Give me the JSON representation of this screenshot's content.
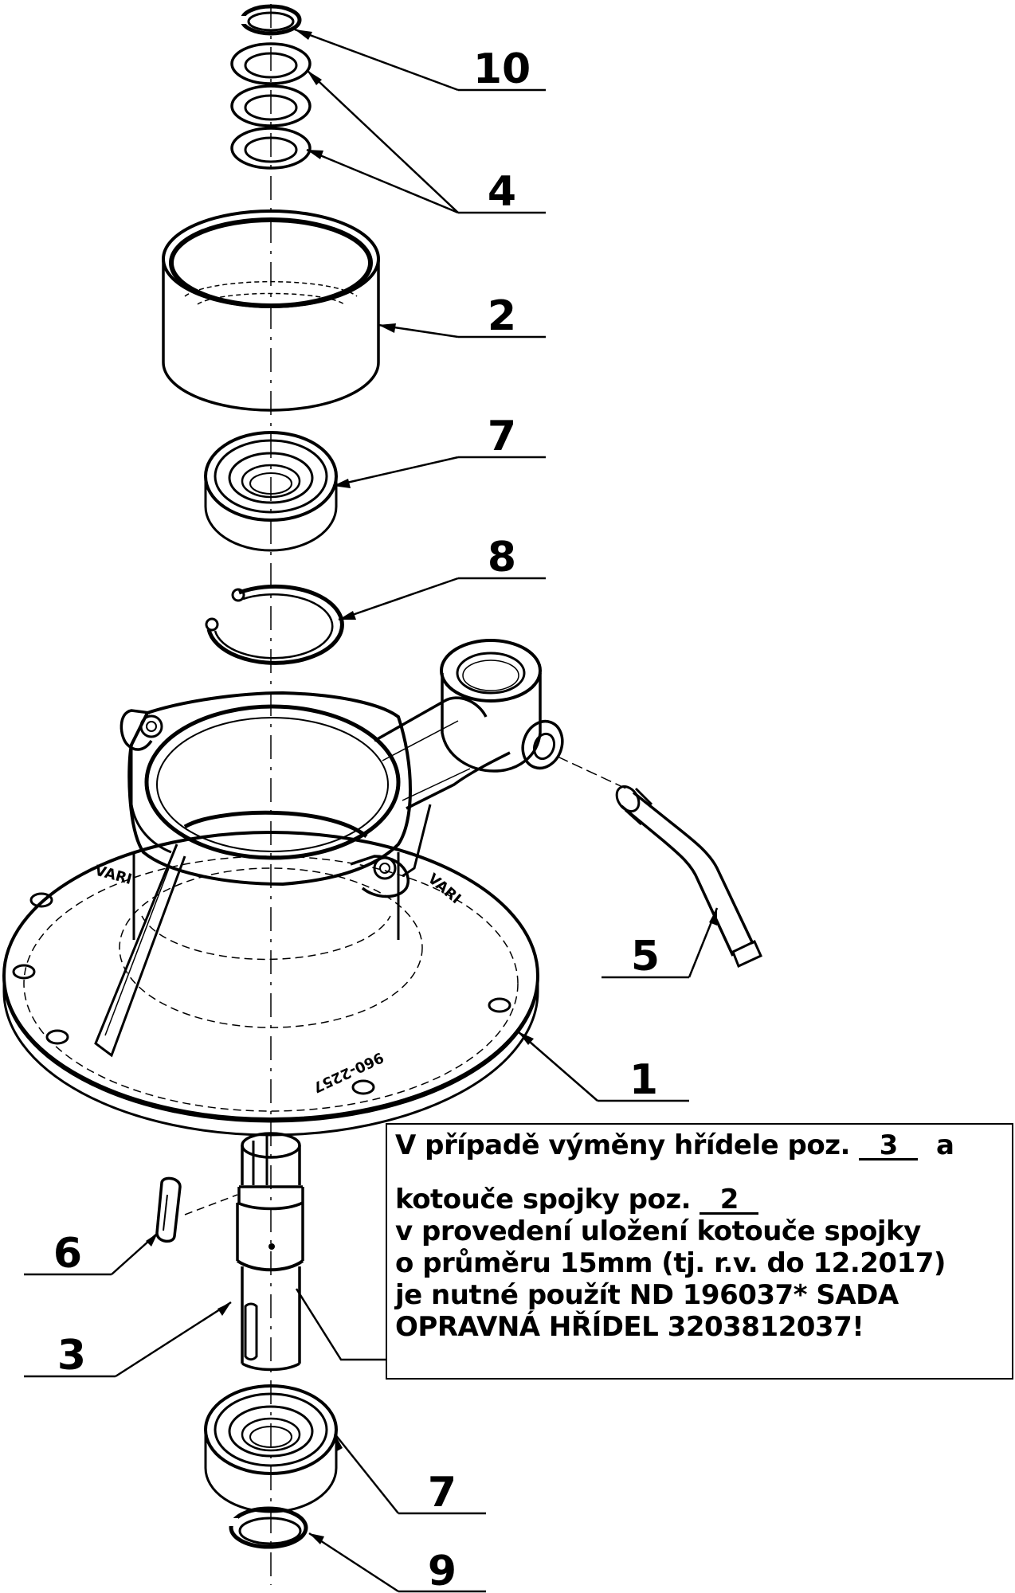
{
  "callouts": [
    {
      "id": "10",
      "label": "10"
    },
    {
      "id": "4",
      "label": "4"
    },
    {
      "id": "2",
      "label": "2"
    },
    {
      "id": "7a",
      "label": "7"
    },
    {
      "id": "8",
      "label": "8"
    },
    {
      "id": "5",
      "label": "5"
    },
    {
      "id": "1",
      "label": "1"
    },
    {
      "id": "6",
      "label": "6"
    },
    {
      "id": "3",
      "label": "3"
    },
    {
      "id": "7b",
      "label": "7"
    },
    {
      "id": "9",
      "label": "9"
    }
  ],
  "part_markings": {
    "disc_left": "VARI",
    "disc_right": "VARI",
    "disc_code": "960-2257"
  },
  "note": {
    "line1_pre": "V případě výměny hřídele poz.",
    "shaft_pos": "3",
    "line1_post": "a",
    "line2_pre": "kotouče spojky poz.",
    "disc_pos": "2",
    "line3": "v provedení uložení kotouče spojky",
    "line4": "o průměru 15mm (tj. r.v. do 12.2017)",
    "line5": "je nutné použít ND 196037* SADA",
    "line6": "OPRAVNÁ HŘÍDEL 3203812037!"
  }
}
